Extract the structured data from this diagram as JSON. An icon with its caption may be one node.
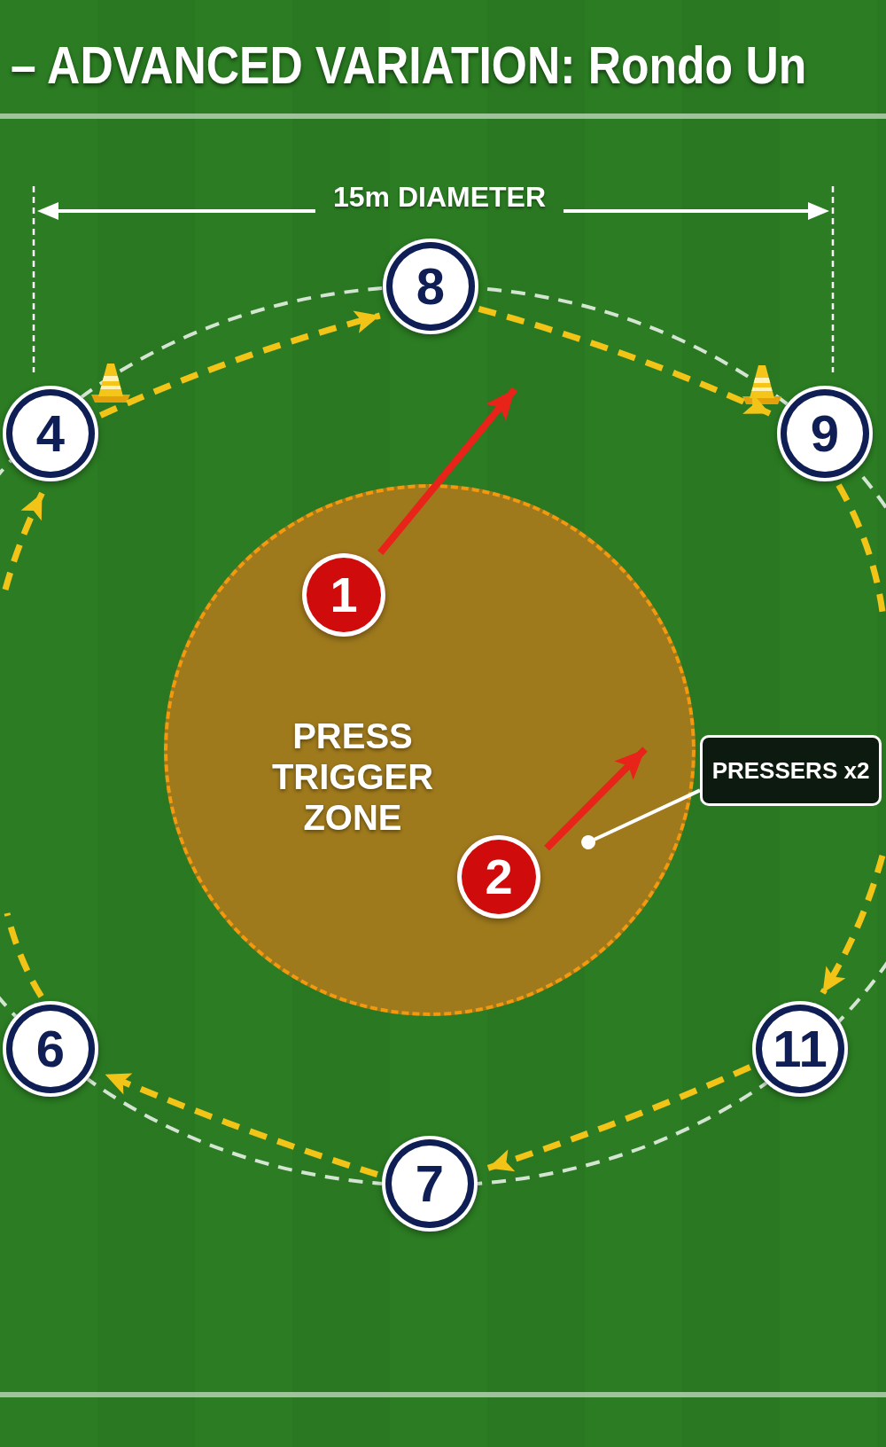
{
  "diagram": {
    "title": "– ADVANCED VARIATION: Rondo Un",
    "nodes": [
      {
        "text": [
          "8"
        ]
      },
      {
        "text": [
          "4"
        ]
      },
      {
        "text": [
          "9"
        ]
      },
      {
        "text": [
          "PRESS TRIGGER ZONE"
        ]
      },
      {
        "text": [
          "1"
        ],
        "in": 3
      },
      {
        "text": [
          "PRESSERS x2"
        ]
      },
      {
        "text": [
          "2"
        ],
        "in": 3
      },
      {
        "text": [
          "6"
        ]
      },
      {
        "text": [
          "11"
        ]
      },
      {
        "text": [
          "7"
        ]
      }
    ],
    "edges": [
      {
        "from": 1,
        "to": 0,
        "arrow": "to",
        "style": "dashed"
      },
      {
        "from": 0,
        "to": 2,
        "arrow": "to",
        "style": "dashed"
      },
      {
        "from": 2,
        "to": null,
        "arrow": "none",
        "style": "dashed"
      },
      {
        "from": null,
        "to": 8,
        "arrow": "to",
        "style": "dashed"
      },
      {
        "from": 8,
        "to": 9,
        "arrow": "to",
        "style": "dashed"
      },
      {
        "from": 9,
        "to": 7,
        "arrow": "to",
        "style": "dashed"
      },
      {
        "from": 7,
        "to": null,
        "arrow": "none",
        "style": "dashed"
      },
      {
        "from": null,
        "to": 1,
        "arrow": "to",
        "style": "dashed"
      },
      {
        "from": 4,
        "to": null,
        "arrow": "to",
        "color": "#e8231a"
      },
      {
        "from": 6,
        "to": null,
        "arrow": "to",
        "color": "#e8231a"
      },
      {
        "from": 5,
        "to": null,
        "arrow": "other",
        "color": "#ffffff"
      }
    ],
    "labels": [
      "15m DIAMETER"
    ]
  }
}
